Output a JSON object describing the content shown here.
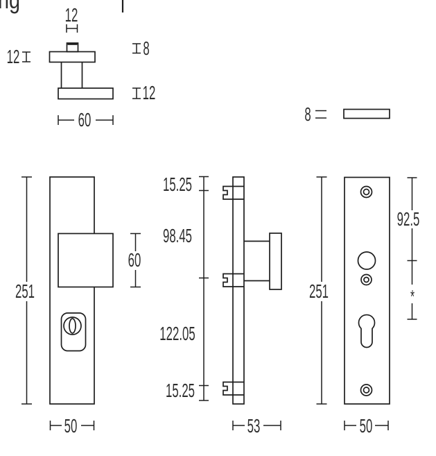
{
  "corner": {
    "text": "ng"
  },
  "knob_profile": {
    "spindle_width": "12",
    "rose_thickness": "12",
    "spindle_height": "8",
    "knob_thickness": "12",
    "knob_width": "60"
  },
  "plate_strip": {
    "thickness": "8"
  },
  "front_view": {
    "height": "251",
    "knob_size": "60",
    "width": "50"
  },
  "side_view": {
    "seg_top": "15.25",
    "seg_upper": "98.45",
    "seg_lower": "122.05",
    "seg_bottom": "15.25",
    "depth": "53"
  },
  "back_view": {
    "height": "251",
    "top_to_spindle": "92.5",
    "center_distance": "*",
    "width": "50"
  },
  "colors": {
    "line": "#1d1d1d",
    "text": "#2e2e2e"
  }
}
